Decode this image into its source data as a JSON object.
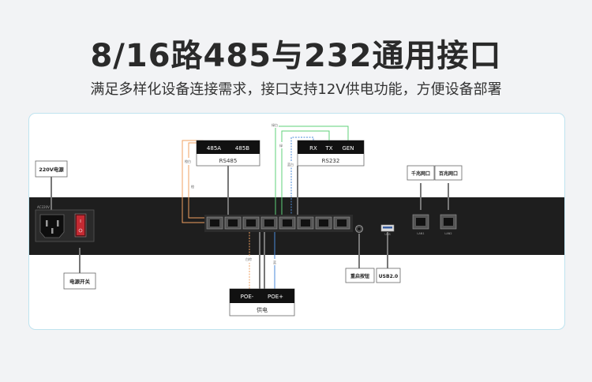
{
  "title": "8/16路485与232通用接口",
  "subtitle": "满足多样化设备连接需求，接口支持12V供电功能，方便设备部署",
  "power_label": "220V电源",
  "ac_text": "AC220V",
  "power_switch_label": "电源开关",
  "rs485": {
    "a": "485A",
    "b": "485B",
    "name": "RS485"
  },
  "rs232": {
    "rx": "RX",
    "tx": "TX",
    "gnd": "GEN",
    "name": "RS232"
  },
  "poe": {
    "neg": "POE-",
    "pos": "POE+",
    "name": "供电"
  },
  "reset_label": "重启按钮",
  "usb_label": "USB2.0",
  "usb_port_text": "USB",
  "gigabit_label": "千兆网口",
  "fast_label": "百兆网口",
  "lan1_text": "LAN1",
  "lan2_text": "LAN2",
  "wire_labels": {
    "orange": "橙",
    "orange_white": "橙白",
    "green_white": "绿白",
    "green": "绿",
    "blue_white": "蓝白",
    "brown_white": "白棕",
    "blue": "蓝"
  },
  "colors": {
    "chassis": "#1e1e1e",
    "orange": "#f0a060",
    "green": "#5fd07a",
    "blue": "#4a8ad8",
    "gray": "#777777"
  }
}
